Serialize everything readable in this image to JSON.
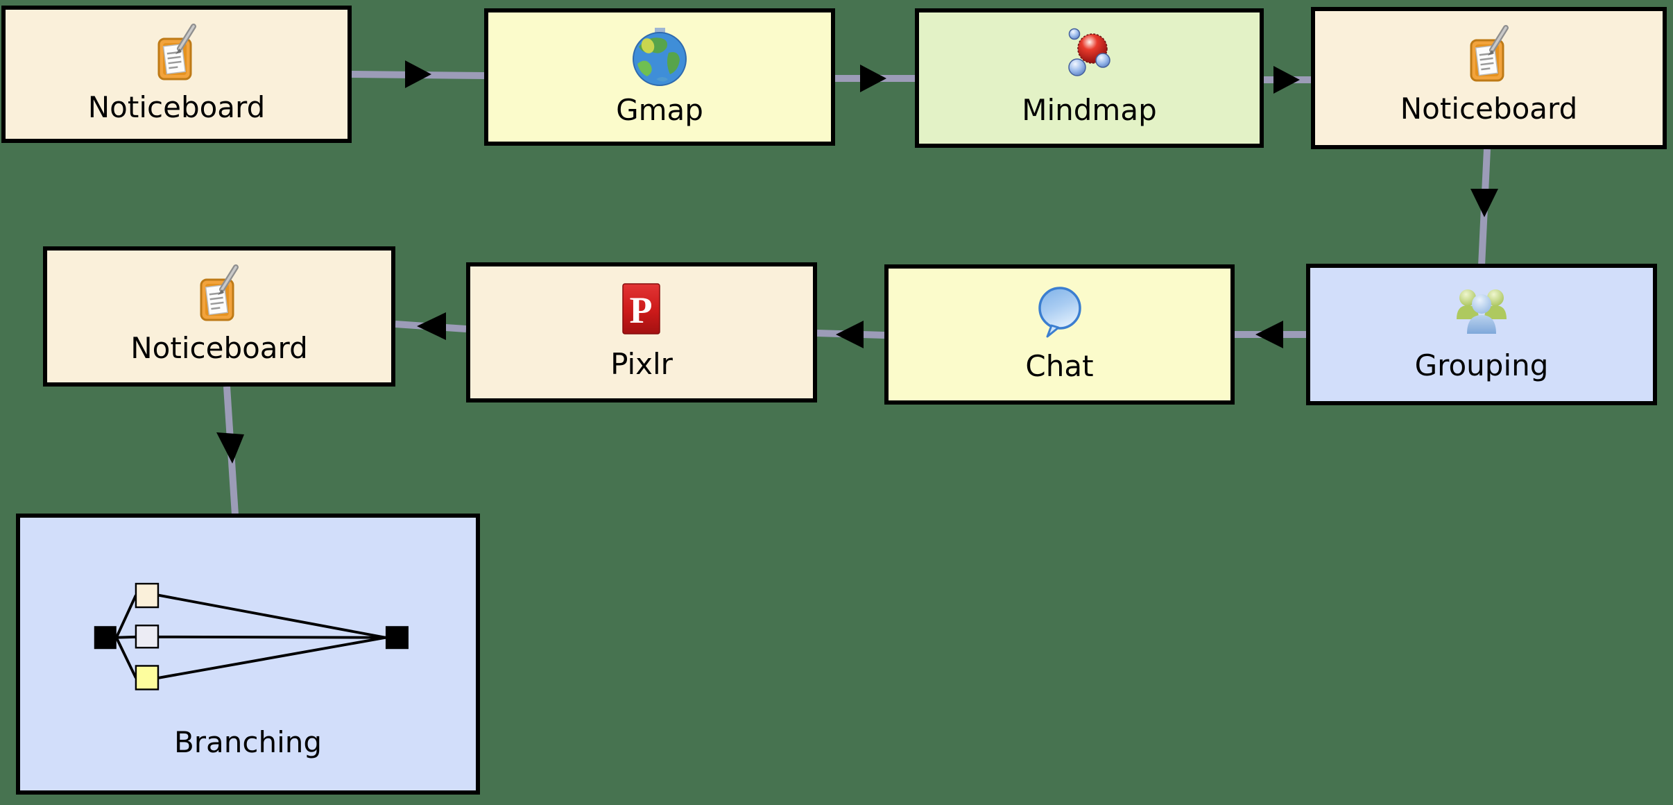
{
  "canvas": {
    "background_color": "#477350",
    "node_border_color": "#000000",
    "connector_line_color": "#9C9CB8",
    "arrowhead_color": "#000000"
  },
  "nodes": [
    {
      "id": "noticeboard-1",
      "label": "Noticeboard",
      "icon": "noticeboard-icon",
      "fill": "#FAF0DA"
    },
    {
      "id": "gmap",
      "label": "Gmap",
      "icon": "globe-icon",
      "fill": "#FBFBCB"
    },
    {
      "id": "mindmap",
      "label": "Mindmap",
      "icon": "molecule-icon",
      "fill": "#E3F2C6"
    },
    {
      "id": "noticeboard-2",
      "label": "Noticeboard",
      "icon": "noticeboard-icon",
      "fill": "#FAF0DA"
    },
    {
      "id": "noticeboard-3",
      "label": "Noticeboard",
      "icon": "noticeboard-icon",
      "fill": "#FAF0DA"
    },
    {
      "id": "pixlr",
      "label": "Pixlr",
      "icon": "pixlr-p-icon",
      "fill": "#FAF0DA"
    },
    {
      "id": "chat",
      "label": "Chat",
      "icon": "speech-bubble-icon",
      "fill": "#FBFBCB"
    },
    {
      "id": "grouping",
      "label": "Grouping",
      "icon": "people-group-icon",
      "fill": "#D2DEFA"
    },
    {
      "id": "branching",
      "label": "Branching",
      "icon": "branching-diagram-icon",
      "fill": "#D2DEFA"
    }
  ],
  "connections": [
    {
      "from": "noticeboard-1",
      "to": "gmap"
    },
    {
      "from": "gmap",
      "to": "mindmap"
    },
    {
      "from": "mindmap",
      "to": "noticeboard-2"
    },
    {
      "from": "noticeboard-2",
      "to": "grouping"
    },
    {
      "from": "grouping",
      "to": "chat"
    },
    {
      "from": "chat",
      "to": "pixlr"
    },
    {
      "from": "pixlr",
      "to": "noticeboard-3"
    },
    {
      "from": "noticeboard-3",
      "to": "branching"
    }
  ]
}
